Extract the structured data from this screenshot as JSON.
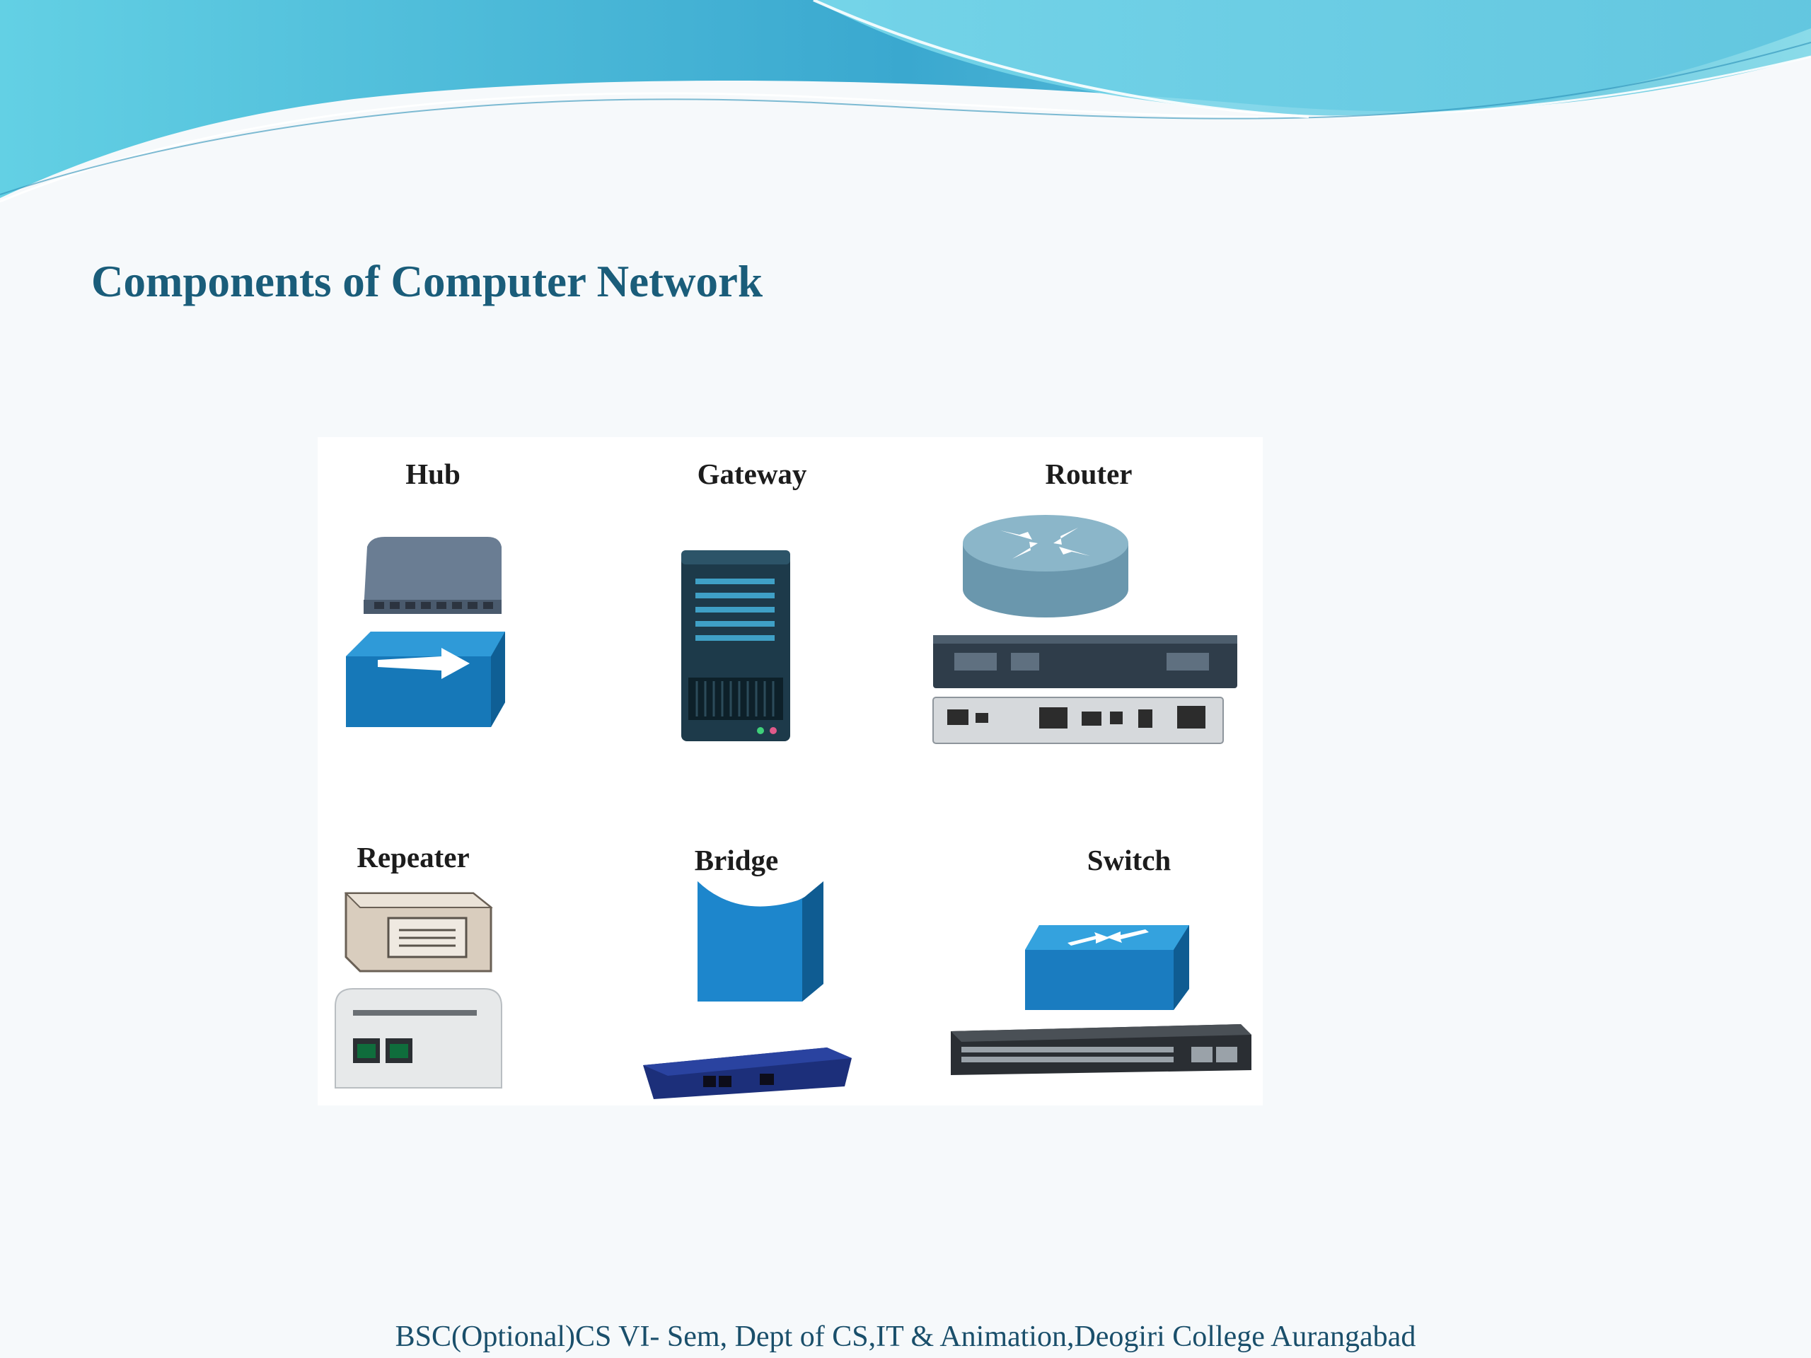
{
  "slide": {
    "title": "Components of Computer Network",
    "footer": "BSC(Optional)CS VI- Sem, Dept of CS,IT & Animation,Deogiri College Aurangabad"
  },
  "devices": [
    {
      "label": "Hub",
      "icon": "hub-icon"
    },
    {
      "label": "Gateway",
      "icon": "gateway-icon"
    },
    {
      "label": "Router",
      "icon": "router-icon"
    },
    {
      "label": "Repeater",
      "icon": "repeater-icon"
    },
    {
      "label": "Bridge",
      "icon": "bridge-icon"
    },
    {
      "label": "Switch",
      "icon": "switch-icon"
    }
  ],
  "colors": {
    "title": "#1a5d7a",
    "footer": "#1a4f6b",
    "cisco_blue": "#1c84c6",
    "wave": "#5ec6dc"
  }
}
